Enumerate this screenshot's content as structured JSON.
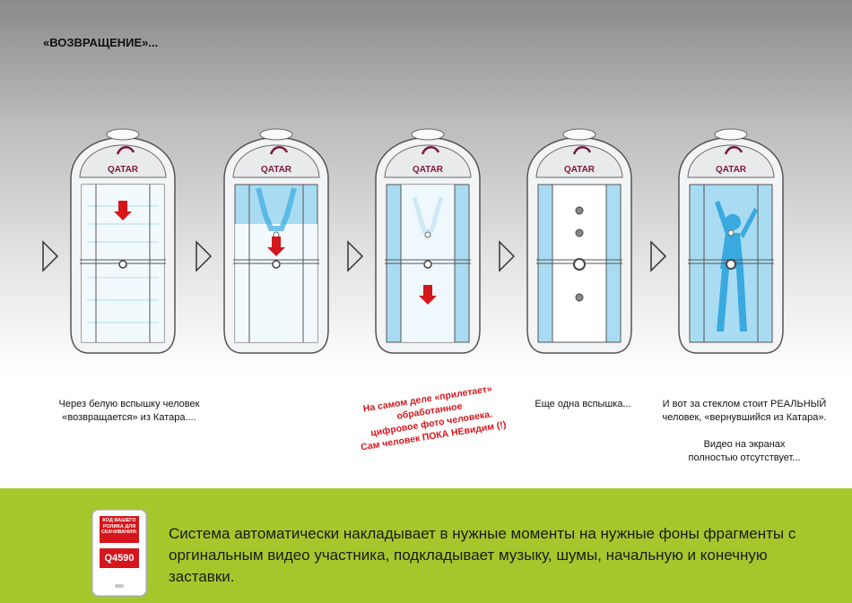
{
  "title": "«ВОЗВРАЩЕНИЕ»...",
  "brand": {
    "logo_text": "QATAR",
    "color": "#7b1938"
  },
  "colors": {
    "red": "#d5161c",
    "green_band": "#a6c72b",
    "glass": "#a9dcf2",
    "figure": "#3aa9df"
  },
  "stages": [
    {
      "caption": "Через белую вспышку человек\n«возвращается» из Катара....",
      "caption_style": "normal",
      "state": "white-flash"
    },
    {
      "caption": "",
      "caption_style": "normal",
      "state": "partial-white"
    },
    {
      "caption": "На самом деле «прилетает»\nобработанное\nцифровое фото человека.\nСам человек ПОКА НЕвидим (!)",
      "caption_style": "red",
      "state": "fading-white"
    },
    {
      "caption": "Еще одна вспышка...",
      "caption_style": "normal",
      "state": "closed"
    },
    {
      "caption": "И вот за стеклом стоит РЕАЛЬНЫЙ\nчеловек, «вернувшийся из Катара».\n\nВидео на экранах\nполностью отсутствует...",
      "caption_style": "normal",
      "state": "person-visible"
    }
  ],
  "phone": {
    "label": "КОД ВАШЕГО РОЛИКА ДЛЯ СКАЧИВАНИЯ:",
    "code": "Q4590"
  },
  "footer_text": "Система автоматически накладывает в нужные моменты на нужные фоны фрагменты с оргинальным видео участника, подкладывает музыку, шумы, начальную и конечную заставки."
}
